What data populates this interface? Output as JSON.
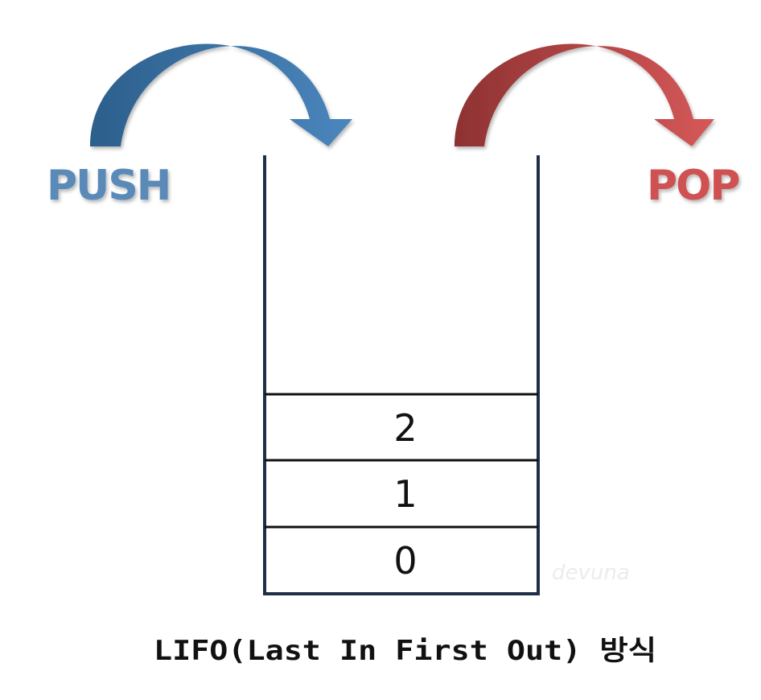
{
  "labels": {
    "push": "PUSH",
    "pop": "POP"
  },
  "colors": {
    "push_arrow": "#3a6f9c",
    "push_text": "#5a8ab8",
    "pop_arrow": "#a43d3d",
    "pop_text": "#cf5151",
    "stack_outline": "#1e2e48",
    "slot_divider": "#111111"
  },
  "icons": {
    "push": "curved-arrow-right-down-icon",
    "pop": "curved-arrow-right-down-icon"
  },
  "stack": {
    "slots": [
      "2",
      "1",
      "0"
    ]
  },
  "watermark": "devuna",
  "caption": "LIFO(Last In First Out) 방식"
}
